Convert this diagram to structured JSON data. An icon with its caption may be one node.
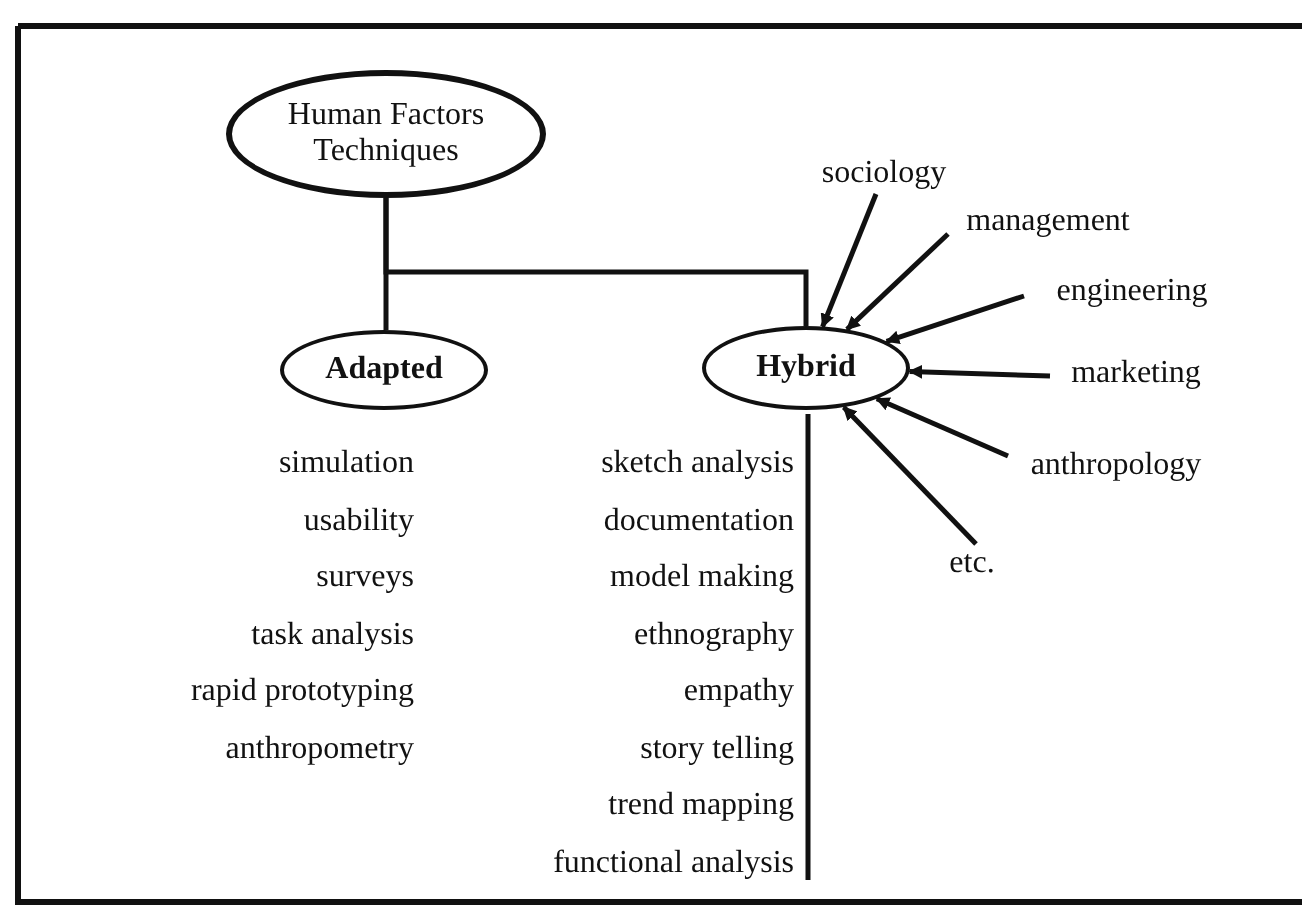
{
  "diagram": {
    "nodes": [
      {
        "text": [
          "Human Factors Techniques"
        ]
      },
      {
        "text": [
          "Adapted"
        ]
      },
      {
        "text": [
          "Hybrid"
        ]
      },
      {
        "text": [
          "sociology"
        ]
      },
      {
        "text": [
          "management"
        ]
      },
      {
        "text": [
          "engineering"
        ]
      },
      {
        "text": [
          "marketing"
        ]
      },
      {
        "text": [
          "anthropology"
        ]
      },
      {
        "text": [
          "etc."
        ]
      }
    ],
    "edges": [
      {
        "from": 0,
        "to": 1,
        "arrow": "none"
      },
      {
        "from": 0,
        "to": 2,
        "arrow": "none"
      },
      {
        "from": 3,
        "to": 2,
        "arrow": "to"
      },
      {
        "from": 4,
        "to": 2,
        "arrow": "to"
      },
      {
        "from": 5,
        "to": 2,
        "arrow": "to"
      },
      {
        "from": 6,
        "to": 2,
        "arrow": "to"
      },
      {
        "from": 7,
        "to": 2,
        "arrow": "to"
      },
      {
        "from": 8,
        "to": 2,
        "arrow": "to"
      }
    ],
    "labels": [
      "simulation",
      "usability",
      "surveys",
      "task analysis",
      "rapid prototyping",
      "anthropometry",
      "sketch analysis",
      "documentation",
      "model making",
      "ethnography",
      "empathy",
      "story telling",
      "trend mapping",
      "functional analysis"
    ]
  }
}
